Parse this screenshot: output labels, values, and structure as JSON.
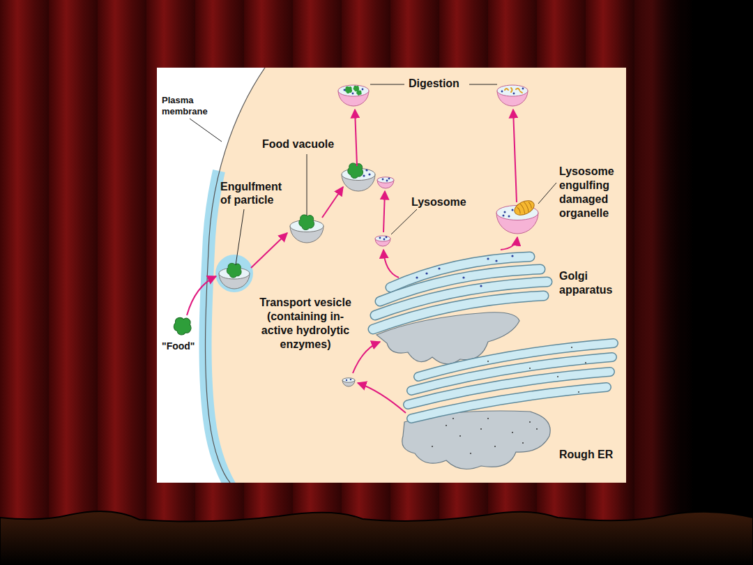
{
  "diagram": {
    "labels": [
      "Digestion",
      "Plasma membrane",
      "Food vacuole",
      "Engulfment of particle",
      "Lysosome",
      "Lysosome engulfing damaged organelle",
      "Golgi apparatus",
      "\"Food\"",
      "Transport vesicle (containing in- active hydrolytic enzymes)",
      "Rough ER"
    ]
  }
}
